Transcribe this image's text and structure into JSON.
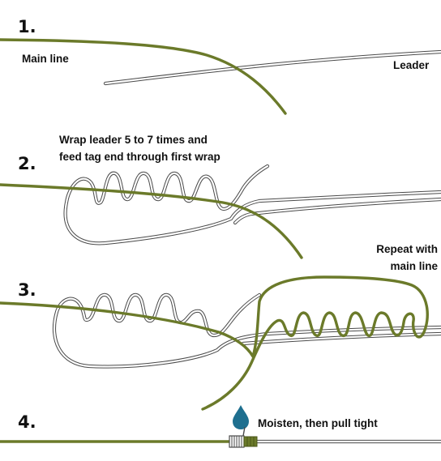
{
  "colors": {
    "main_line": "#6b7a2a",
    "leader_stroke": "#4a4a4a",
    "leader_fill": "#ffffff",
    "water_drop": "#1e6f8f",
    "text": "#111111"
  },
  "steps": [
    {
      "number": "1.",
      "labels": [
        "Main line",
        "Leader"
      ]
    },
    {
      "number": "2.",
      "labels": [
        "Wrap leader 5 to 7 times and",
        "feed tag end through first wrap"
      ]
    },
    {
      "number": "3.",
      "labels": [
        "Repeat with",
        "main line"
      ]
    },
    {
      "number": "4.",
      "labels": [
        "Moisten, then pull tight"
      ],
      "icon": "water-drop-icon"
    }
  ]
}
